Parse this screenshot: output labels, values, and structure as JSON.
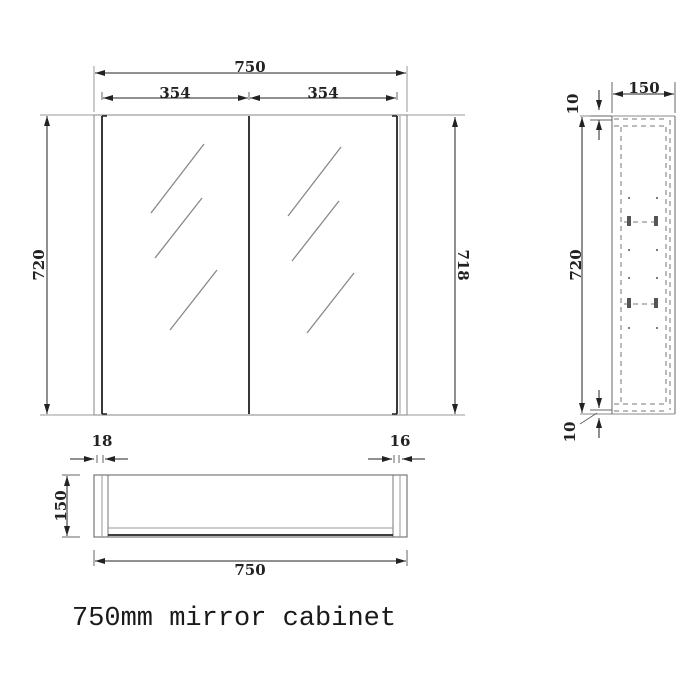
{
  "caption": "750mm mirror cabinet",
  "front_view": {
    "overall_width": "750",
    "door_left_width": "354",
    "door_right_width": "354",
    "height_left": "720",
    "height_right": "718"
  },
  "top_view": {
    "left_panel": "18",
    "right_panel": "16",
    "depth": "150",
    "width": "750"
  },
  "side_view": {
    "depth": "150",
    "height": "720",
    "top_offset": "10",
    "bottom_offset": "10"
  },
  "colors": {
    "line": "#222222",
    "light_line": "#888888",
    "background": "#ffffff"
  }
}
